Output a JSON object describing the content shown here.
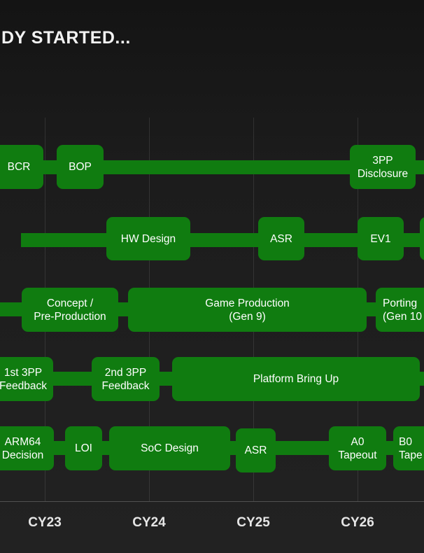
{
  "title": "DY STARTED...",
  "colors": {
    "accent_green": "#107c10",
    "background": "#1c1c1c"
  },
  "rows": [
    {
      "milestones": [
        {
          "lines": [
            "BCR"
          ]
        },
        {
          "lines": [
            "BOP"
          ]
        },
        {
          "lines": [
            "3PP",
            "Disclosure"
          ]
        }
      ]
    },
    {
      "milestones": [
        {
          "lines": [
            "HW Design"
          ]
        },
        {
          "lines": [
            "ASR"
          ]
        },
        {
          "lines": [
            "EV1"
          ]
        }
      ]
    },
    {
      "milestones": [
        {
          "lines": [
            "Concept /",
            "Pre-Production"
          ]
        },
        {
          "lines": [
            "Game Production",
            "(Gen 9)"
          ]
        },
        {
          "lines": [
            "Porting",
            "(Gen 10"
          ]
        }
      ]
    },
    {
      "milestones": [
        {
          "lines": [
            "1st 3PP",
            "Feedback"
          ]
        },
        {
          "lines": [
            "2nd 3PP",
            "Feedback"
          ]
        },
        {
          "lines": [
            "Platform Bring Up"
          ]
        }
      ]
    },
    {
      "milestones": [
        {
          "lines": [
            "ARM64",
            "Decision"
          ]
        },
        {
          "lines": [
            "LOI"
          ]
        },
        {
          "lines": [
            "SoC Design"
          ]
        },
        {
          "lines": [
            "ASR"
          ]
        },
        {
          "lines": [
            "A0",
            "Tapeout"
          ]
        },
        {
          "lines": [
            "B0",
            "Tape"
          ]
        }
      ]
    }
  ],
  "years": [
    "CY23",
    "CY24",
    "CY25",
    "CY26"
  ]
}
